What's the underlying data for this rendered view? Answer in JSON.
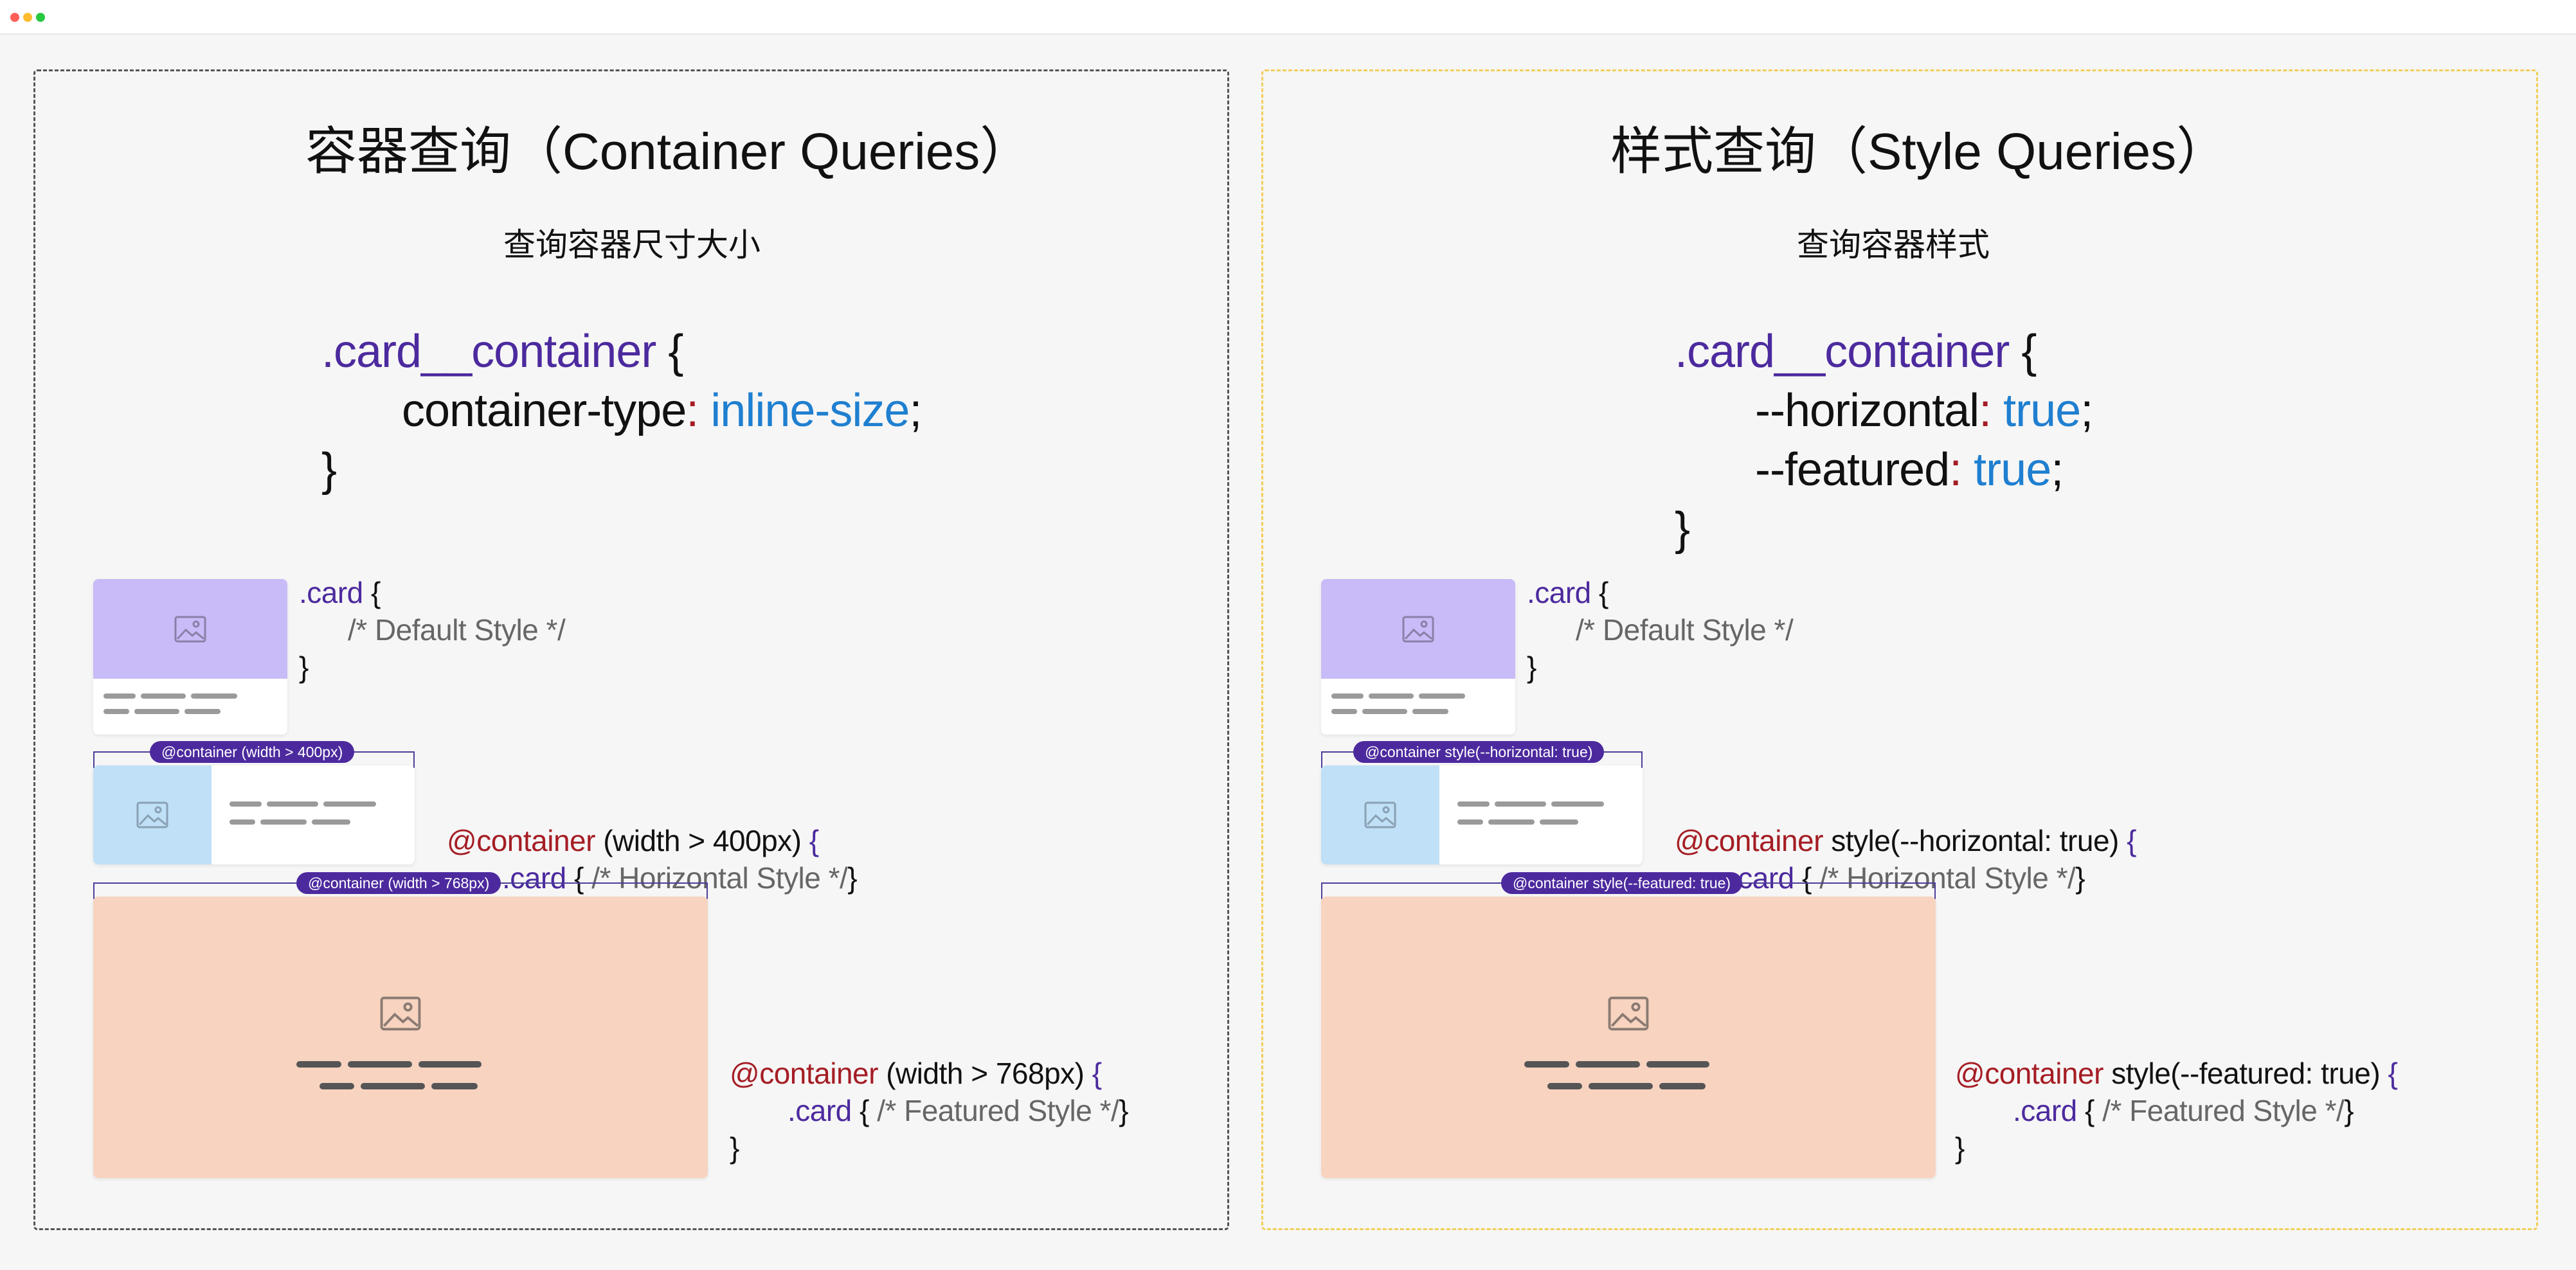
{
  "left": {
    "title": "容器查询（Container Queries）",
    "subtitle": "查询容器尺寸大小",
    "code": {
      "selector": ".card__container",
      "open_brace": " {",
      "prop": "container-type",
      "colon": ":",
      "value": " inline-size",
      "semicolon": ";",
      "close_brace": "}"
    },
    "snippet_default": {
      "selector": ".card",
      "open": " {",
      "comment": "/* Default Style */",
      "close": "}"
    },
    "badge_horizontal": "@container (width > 400px)",
    "snippet_horizontal": {
      "at": "@container",
      "cond": " (width > 400px)",
      "brace": " {",
      "selector": ".card",
      "open": " { ",
      "comment": "/* Horizontal Style */",
      "close_inline": "}",
      "close": "}"
    },
    "badge_featured": "@container (width > 768px)",
    "snippet_featured": {
      "at": "@container",
      "cond": " (width > 768px)",
      "brace": " {",
      "selector": ".card",
      "open": " { ",
      "comment": "/* Featured Style */",
      "close_inline": "}",
      "close": "}"
    }
  },
  "right": {
    "title": "样式查询（Style Queries）",
    "subtitle": "查询容器样式",
    "code": {
      "selector": ".card__container",
      "open_brace": " {",
      "prop1": "--horizontal",
      "colon1": ":",
      "value1": " true",
      "semi1": ";",
      "prop2": "--featured",
      "colon2": ":",
      "value2": " true",
      "semi2": ";",
      "close_brace": "}"
    },
    "snippet_default": {
      "selector": ".card",
      "open": " {",
      "comment": "/* Default Style */",
      "close": "}"
    },
    "badge_horizontal": "@container style(--horizontal: true)",
    "snippet_horizontal": {
      "at": "@container",
      "cond": "  style(--horizontal: true)",
      "brace": " {",
      "selector": ".card",
      "open": " { ",
      "comment": "/* Horizontal Style */",
      "close_inline": "}",
      "close": "}"
    },
    "badge_featured": "@container style(--featured: true)",
    "snippet_featured": {
      "at": "@container",
      "cond": " style(--featured: true)",
      "brace": " {",
      "selector": ".card",
      "open": " { ",
      "comment": "/* Featured Style */",
      "close_inline": "}",
      "close": "}"
    }
  },
  "icons": {
    "window_controls": [
      "close-dot",
      "minimize-dot",
      "maximize-dot"
    ],
    "card_image": "image-icon"
  },
  "colors": {
    "selector": "#4c2a9e",
    "value": "#1f7fd0",
    "at_rule": "#a51d24",
    "card_default_image": "#c8bbf7",
    "card_horizontal_image": "#bfe0f6",
    "card_featured_image": "#f7d3c0",
    "badge": "#4c2a9e",
    "left_border": "#555555",
    "right_border": "#f1cf5a"
  }
}
